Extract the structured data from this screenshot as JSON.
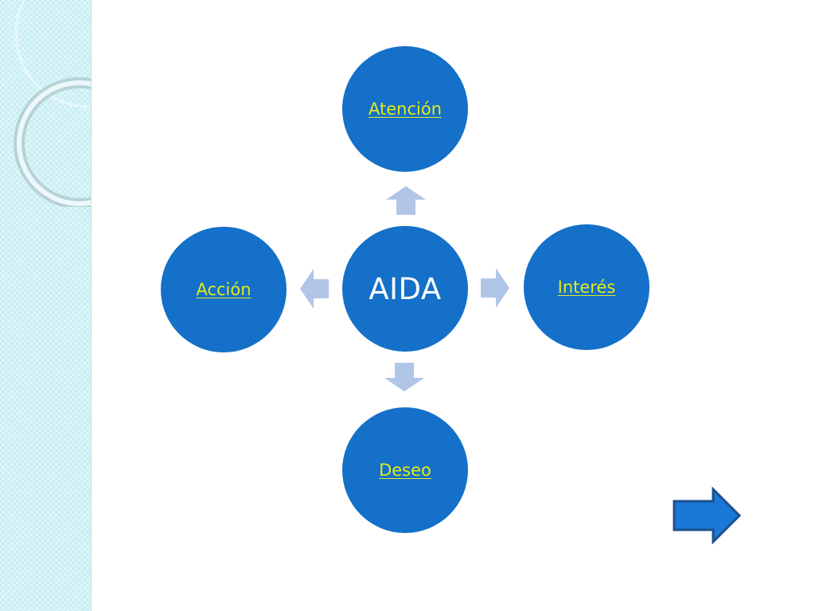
{
  "diagram": {
    "center_label": "AIDA",
    "stages": {
      "top": "Atención",
      "right": "Interés",
      "bottom": "Deseo",
      "left": "Acción"
    }
  },
  "colors": {
    "node_fill": "#1470c8",
    "stage_text": "#e6ea1a",
    "arrow_fill": "#b1c5e7",
    "nav_arrow_fill": "#1a78d6",
    "left_band": "#c8eef3"
  },
  "icons": {
    "nav_arrow": "right-arrow-icon"
  }
}
